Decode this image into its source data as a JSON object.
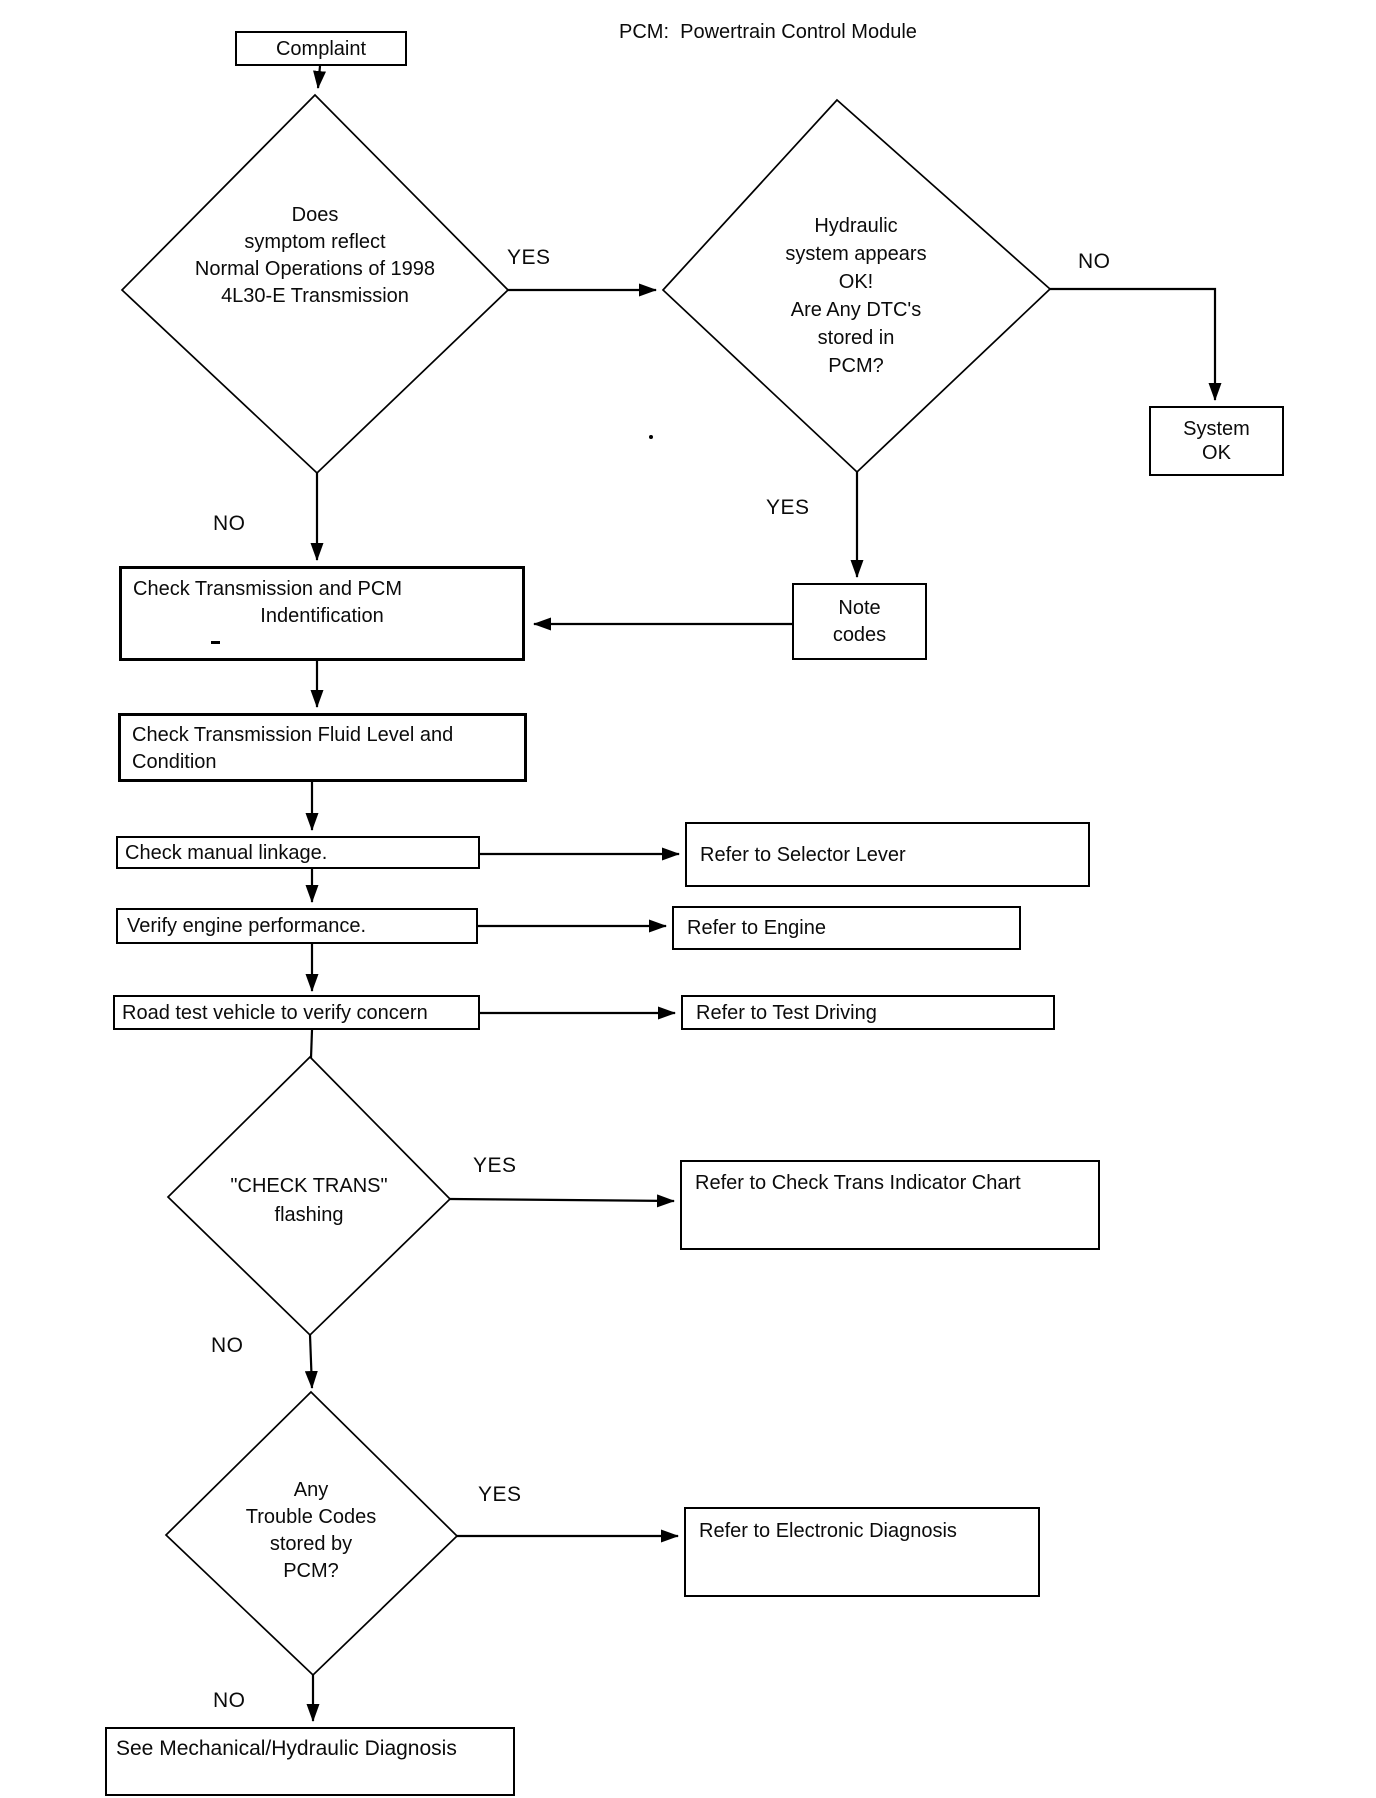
{
  "title": "PCM:  Powertrain Control Module",
  "flow": {
    "start": {
      "label": "Complaint"
    },
    "d1": {
      "lines": [
        "Does",
        "symptom reflect",
        "Normal Operations of 1998",
        "4L30-E Transmission"
      ],
      "yes": "YES",
      "no": "NO"
    },
    "d2": {
      "lines": [
        "Hydraulic",
        "system appears",
        "OK!",
        "Are Any DTC's",
        "stored in",
        "PCM?"
      ],
      "yes": "YES",
      "no": "NO"
    },
    "d3": {
      "lines": [
        "\"CHECK TRANS\"",
        "flashing"
      ],
      "yes": "YES",
      "no": "NO"
    },
    "d4": {
      "lines": [
        "Any",
        "Trouble Codes",
        "stored by",
        "PCM?"
      ],
      "yes": "YES",
      "no": "NO"
    },
    "system_ok": {
      "lines": [
        "System",
        "OK"
      ]
    },
    "note_codes": {
      "lines": [
        "Note",
        "codes"
      ]
    },
    "check_pcm": {
      "lines": [
        "Check Transmission and PCM",
        "Indentification"
      ]
    },
    "check_fluid": {
      "lines": [
        "Check Transmission Fluid Level and",
        "Condition"
      ]
    },
    "manual": {
      "label": "Check manual linkage."
    },
    "refer_selector": {
      "label": "Refer to Selector Lever"
    },
    "verify_engine": {
      "label": "Verify engine performance."
    },
    "refer_engine": {
      "label": "Refer to Engine"
    },
    "road_test": {
      "label": "Road test vehicle to verify concern"
    },
    "refer_test": {
      "label": "Refer to Test Driving"
    },
    "refer_chart": {
      "label": "Refer to Check Trans Indicator Chart"
    },
    "refer_electronic": {
      "label": "Refer to Electronic Diagnosis"
    },
    "see_mech": {
      "label": "See Mechanical/Hydraulic Diagnosis"
    }
  },
  "colors": {
    "ink": "#000000",
    "paper": "#ffffff"
  }
}
